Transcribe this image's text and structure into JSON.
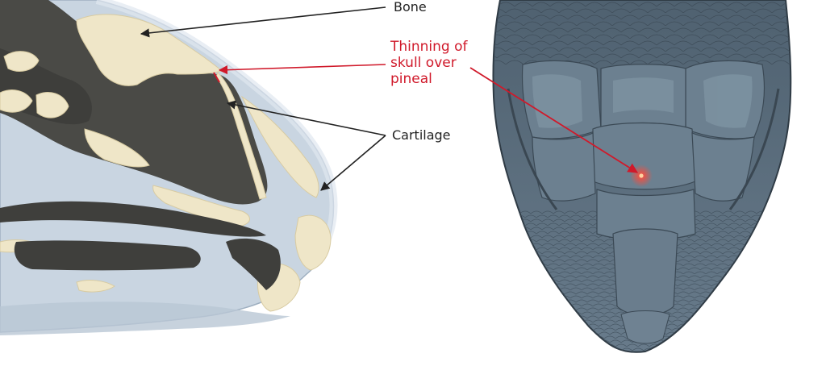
{
  "labels": {
    "bone": "Bone",
    "cartilage": "Cartilage",
    "pineal_line1": "Thinning of",
    "pineal_line2": "skull over",
    "pineal_line3": "pineal"
  },
  "colors": {
    "bone": "#efe6c8",
    "cartilage": "#c9d5e1",
    "cavity": "#4a4a46",
    "head_skin": "#5d6f7f",
    "label_dark": "#222222",
    "label_red": "#d0192a",
    "pineal_spot": "#ff4a3a"
  }
}
